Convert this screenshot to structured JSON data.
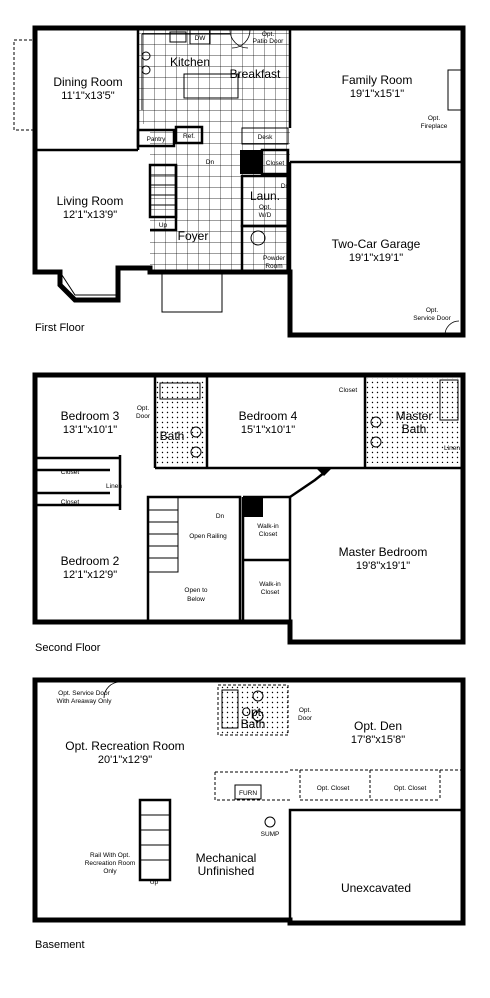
{
  "floors": [
    {
      "label": "First Floor",
      "rooms": [
        {
          "id": "dining",
          "name": "Dining Room",
          "dims": "11'1\"x13'5\""
        },
        {
          "id": "living",
          "name": "Living Room",
          "dims": "12'1\"x13'9\""
        },
        {
          "id": "kitchen",
          "name": "Kitchen",
          "dims": ""
        },
        {
          "id": "breakfast",
          "name": "Breakfast",
          "dims": ""
        },
        {
          "id": "family",
          "name": "Family Room",
          "dims": "19'1\"x15'1\""
        },
        {
          "id": "foyer",
          "name": "Foyer",
          "dims": ""
        },
        {
          "id": "garage",
          "name": "Two-Car Garage",
          "dims": "19'1\"x19'1\""
        },
        {
          "id": "laun",
          "name": "Laun.",
          "dims": ""
        }
      ],
      "labels": {
        "dw": "DW",
        "patio_door_1": "Opt.",
        "patio_door_2": "Patio Door",
        "pantry": "Pantry",
        "ref": "Ref.",
        "desk": "Desk",
        "closet": "Closet",
        "wd_1": "Opt.",
        "wd_2": "W/D",
        "powder_1": "Powder",
        "powder_2": "Room",
        "fireplace_1": "Opt.",
        "fireplace_2": "Fireplace",
        "service_door_1": "Opt.",
        "service_door_2": "Service Door",
        "up": "Up",
        "dn": "Dn",
        "dn2": "Dn"
      }
    },
    {
      "label": "Second Floor",
      "rooms": [
        {
          "id": "bed3",
          "name": "Bedroom 3",
          "dims": "13'1\"x10'1\""
        },
        {
          "id": "bed4",
          "name": "Bedroom 4",
          "dims": "15'1\"x10'1\""
        },
        {
          "id": "masterbath",
          "name": "Master",
          "dims": "Bath"
        },
        {
          "id": "bed2",
          "name": "Bedroom 2",
          "dims": "12'1\"x12'9\""
        },
        {
          "id": "masterbed",
          "name": "Master Bedroom",
          "dims": "19'8\"x19'1\""
        },
        {
          "id": "bath",
          "name": "Bath",
          "dims": ""
        }
      ],
      "labels": {
        "opt_door_1": "Opt.",
        "opt_door_2": "Door",
        "closet_a": "Closet",
        "closet_b": "Closet",
        "closet_c": "Closet",
        "linen_a": "Linen",
        "linen_b": "Linen",
        "walkin1_1": "Walk-in",
        "walkin1_2": "Closet",
        "walkin2_1": "Walk-in",
        "walkin2_2": "Closet",
        "open_railing": "Open Railing",
        "open_below_1": "Open to",
        "open_below_2": "Below",
        "dn": "Dn"
      }
    },
    {
      "label": "Basement",
      "rooms": [
        {
          "id": "rec",
          "name": "Opt. Recreation Room",
          "dims": "20'1\"x12'9\""
        },
        {
          "id": "den",
          "name": "Opt. Den",
          "dims": "17'8\"x15'8\""
        },
        {
          "id": "mech",
          "name": "Mechanical",
          "dims": "Unfinished"
        },
        {
          "id": "unexc",
          "name": "Unexcavated",
          "dims": ""
        },
        {
          "id": "optbath",
          "name": "Opt.",
          "dims": "Bath"
        }
      ],
      "labels": {
        "service_1": "Opt. Service Door",
        "service_2": "With Areaway Only",
        "opt_door_1": "Opt.",
        "opt_door_2": "Door",
        "furn": "FURN",
        "sump": "SUMP",
        "opt_closet_a": "Opt. Closet",
        "opt_closet_b": "Opt. Closet",
        "rail_1": "Rail With Opt.",
        "rail_2": "Recreation Room",
        "rail_3": "Only",
        "up": "Up"
      }
    }
  ]
}
